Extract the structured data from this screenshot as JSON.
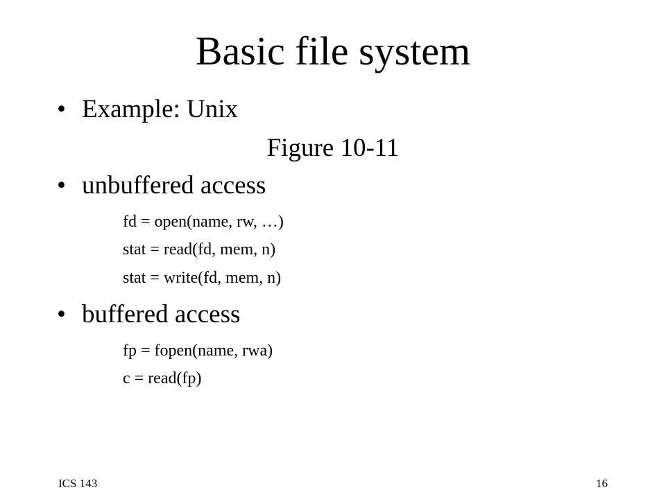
{
  "slide": {
    "title": "Basic file system",
    "items": [
      {
        "bullet": "•",
        "text": "Example: Unix"
      },
      {
        "text": "Figure 10-11"
      },
      {
        "bullet": "•",
        "text": "unbuffered access"
      },
      {
        "code": "fd = open(name, rw, …)"
      },
      {
        "code": "stat = read(fd, mem, n)"
      },
      {
        "code": "stat = write(fd, mem, n)"
      },
      {
        "bullet": "•",
        "text": "buffered access"
      },
      {
        "code": "fp = fopen(name, rwa)"
      },
      {
        "code": "c = read(fp)"
      }
    ],
    "footer": {
      "course": "ICS 143",
      "page_number": "16"
    }
  }
}
